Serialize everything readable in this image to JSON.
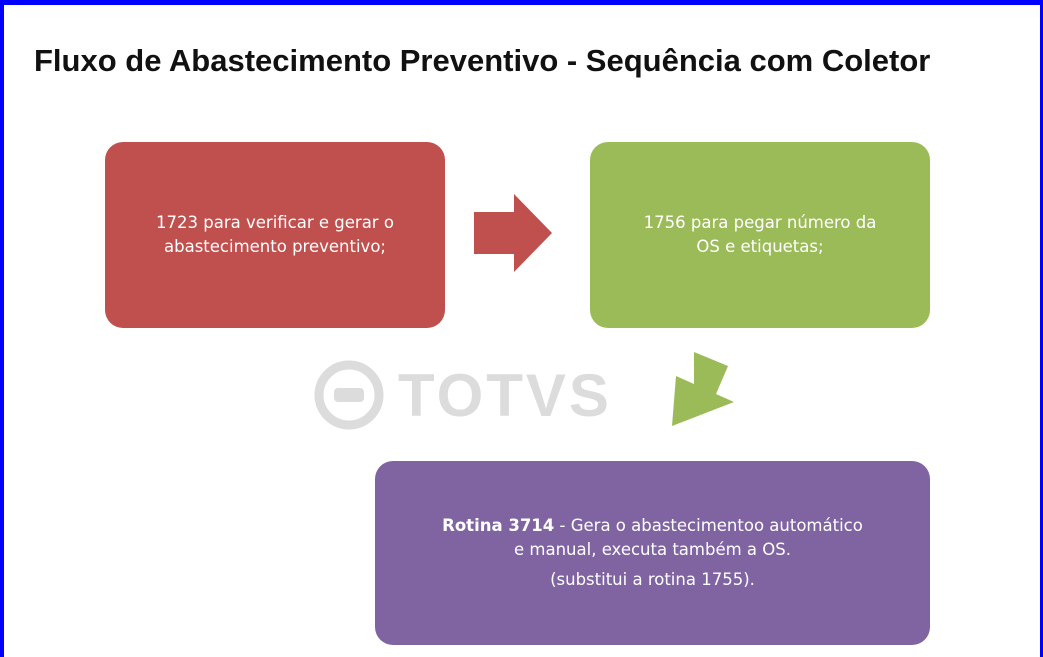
{
  "title": "Fluxo de Abastecimento Preventivo - Sequência com Coletor",
  "colors": {
    "frame": "#0000ff",
    "step1": "#c0504d",
    "step2": "#9bbb59",
    "step3": "#8064a2",
    "watermark": "#dcdcdc"
  },
  "steps": [
    {
      "line1": "1723 para verificar e gerar o",
      "line2": "abastecimento preventivo;"
    },
    {
      "line1": "1756 para pegar número da",
      "line2": "OS e etiquetas;"
    },
    {
      "bold": "Rotina 3714",
      "line1": " - Gera o abastecimentoo automático",
      "line2": "e manual, executa também  a OS.",
      "note": "(substitui a rotina 1755)."
    }
  ],
  "watermark": {
    "text": "TOTVS",
    "icon": "totvs-logo-icon"
  },
  "icons": {
    "right_arrow": "right-arrow-icon",
    "down_arrow": "down-left-arrow-icon"
  }
}
